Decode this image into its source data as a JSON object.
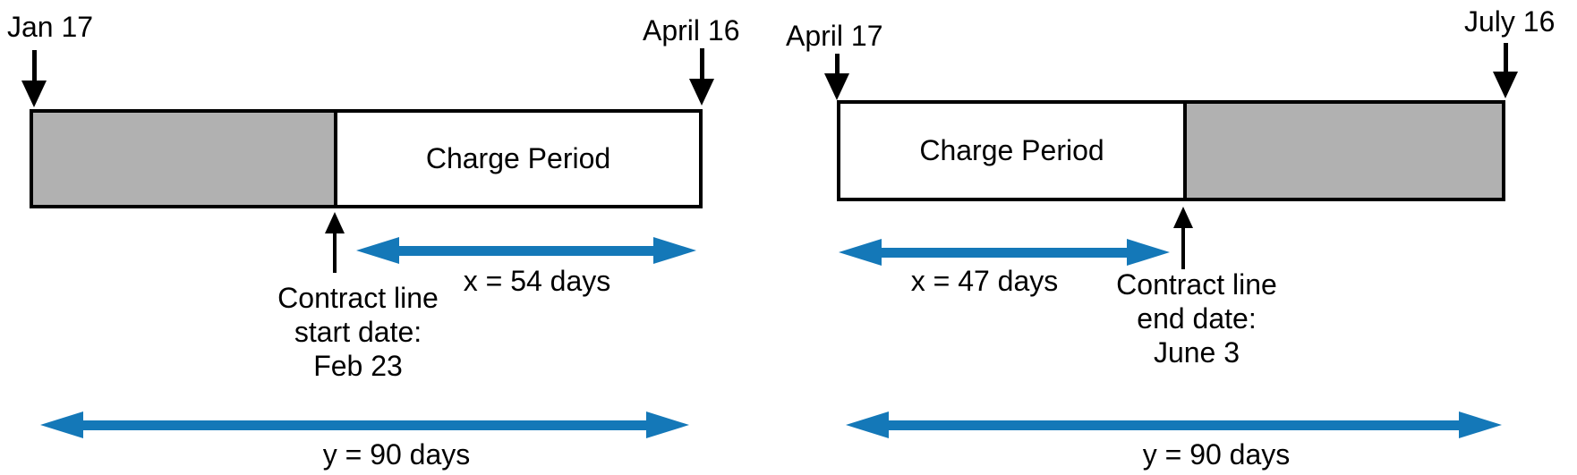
{
  "colors": {
    "arrow_blue": "#1478b8",
    "bar_gray": "#b1b1b1",
    "outline": "#000000"
  },
  "diagrams": [
    {
      "start_date_label": "Jan 17",
      "end_date_label": "April 16",
      "bar_label": "Charge Period",
      "shaded_side": "left",
      "marker_lines": [
        "Contract line",
        "start date:",
        "Feb 23"
      ],
      "x_span_label": "x = 54 days",
      "y_span_label": "y = 90 days"
    },
    {
      "start_date_label": "April 17",
      "end_date_label": "July 16",
      "bar_label": "Charge Period",
      "shaded_side": "right",
      "marker_lines": [
        "Contract line",
        "end date:",
        "June 3"
      ],
      "x_span_label": "x = 47 days",
      "y_span_label": "y = 90 days"
    }
  ]
}
